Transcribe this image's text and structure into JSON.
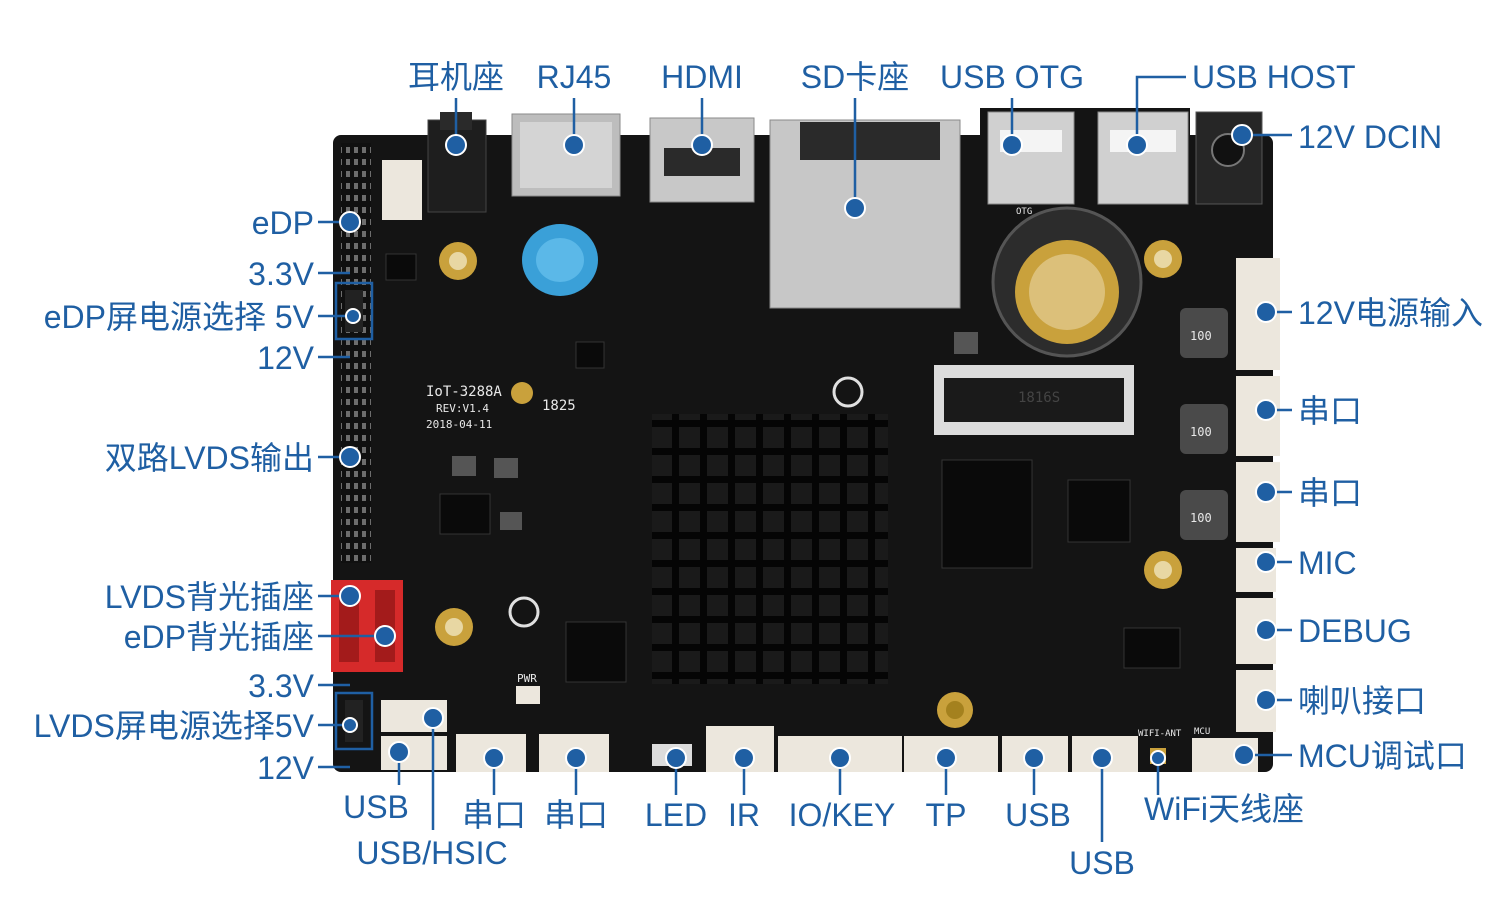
{
  "board": {
    "model": "IoT-3288A",
    "revision": "REV:V1.4",
    "date": "2018-04-11",
    "chip_mark": "1825",
    "slot_mark": "1816S",
    "inductor_mark": "100",
    "pwr_mark": "PWR",
    "wifi_mark": "WIFI-ANT",
    "mcu_mark": "MCU",
    "otg_mark": "OTG"
  },
  "callouts": {
    "earphone": "耳机座",
    "rj45": "RJ45",
    "hdmi": "HDMI",
    "sd": "SD卡座",
    "usb_otg": "USB OTG",
    "usb_host": "USB HOST",
    "dcin": "12V DCIN",
    "edp": "eDP",
    "edp_3v3": "3.3V",
    "edp_sel": "eDP屏电源选择 5V",
    "edp_12v": "12V",
    "dual_lvds": "双路LVDS输出",
    "lvds_bl": "LVDS背光插座",
    "edp_bl": "eDP背光插座",
    "lvds_3v3": "3.3V",
    "lvds_sel": "LVDS屏电源选择5V",
    "lvds_12v": "12V",
    "power_in": "12V电源输入",
    "uart_r1": "串口",
    "uart_r2": "串口",
    "mic": "MIC",
    "debug": "DEBUG",
    "speaker": "喇叭接口",
    "mcu_debug": "MCU调试口",
    "usb_b1": "USB",
    "usb_hsic": "USB/HSIC",
    "uart_b1": "串口",
    "uart_b2": "串口",
    "led": "LED",
    "ir": "IR",
    "io_key": "IO/KEY",
    "tp": "TP",
    "usb_b2": "USB",
    "usb_b3": "USB",
    "wifi_ant": "WiFi天线座"
  },
  "colors": {
    "label": "#1f5fa3",
    "pcb": "#141414",
    "connector": "#ece7dd",
    "backlight": "#d62a2a",
    "gold": "#c9a13c",
    "capacitor": "#3aa0d8"
  }
}
